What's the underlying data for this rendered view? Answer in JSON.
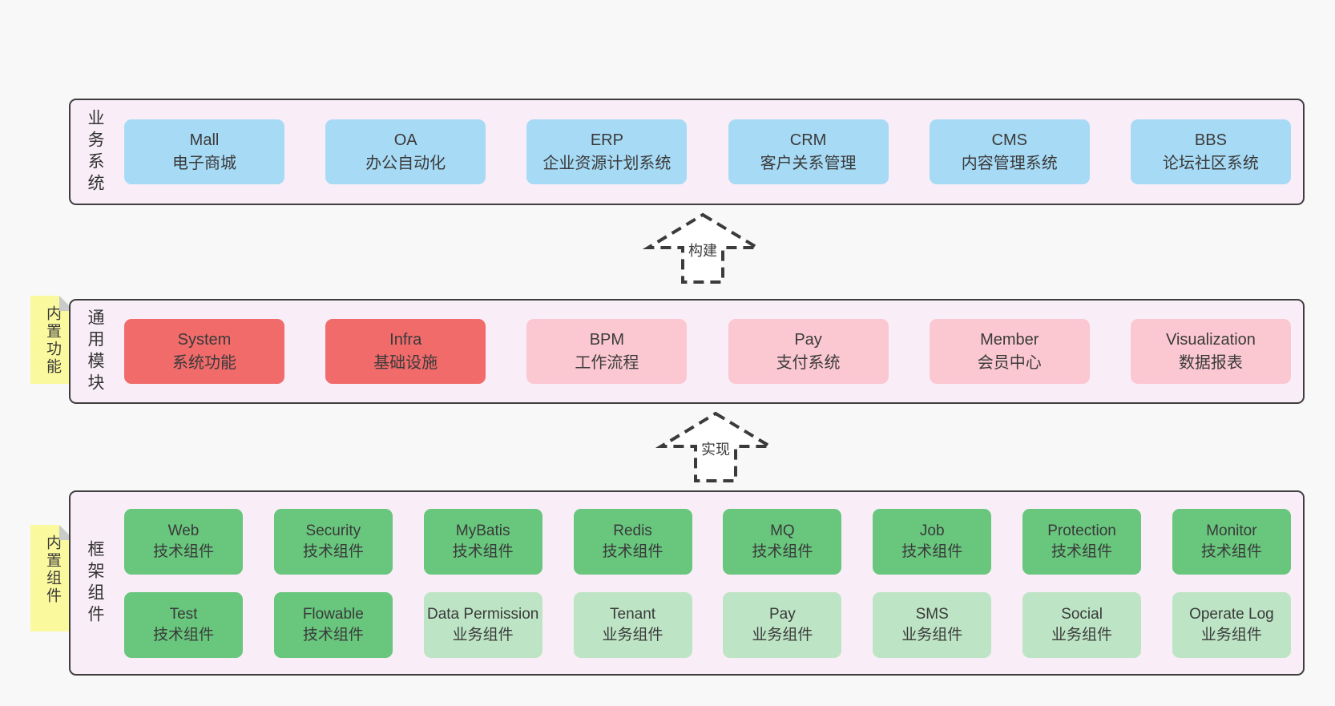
{
  "colors": {
    "background": "#f8f8f8",
    "layer_fill": "#f9eef7",
    "layer_border": "#3e3e3e",
    "blue": "#a7daf5",
    "red": "#f16b6b",
    "pink": "#fbc8d2",
    "green": "#68c67d",
    "lightgreen": "#bde5c5",
    "sticky_yellow": "#fbf99d",
    "sticky_fold": "#c9cbc9",
    "text": "#3a3a3a"
  },
  "layers": [
    {
      "id": "business",
      "label": "业务系统",
      "sticky": null,
      "rows": [
        [
          {
            "title": "Mall",
            "subtitle": "电子商城",
            "variant": "blue"
          },
          {
            "title": "OA",
            "subtitle": "办公自动化",
            "variant": "blue"
          },
          {
            "title": "ERP",
            "subtitle": "企业资源计划系统",
            "variant": "blue"
          },
          {
            "title": "CRM",
            "subtitle": "客户关系管理",
            "variant": "blue"
          },
          {
            "title": "CMS",
            "subtitle": "内容管理系统",
            "variant": "blue"
          },
          {
            "title": "BBS",
            "subtitle": "论坛社区系统",
            "variant": "blue"
          }
        ]
      ]
    },
    {
      "id": "modules",
      "label": "通用模块",
      "sticky": "内置功能",
      "rows": [
        [
          {
            "title": "System",
            "subtitle": "系统功能",
            "variant": "red"
          },
          {
            "title": "Infra",
            "subtitle": "基础设施",
            "variant": "red"
          },
          {
            "title": "BPM",
            "subtitle": "工作流程",
            "variant": "pink"
          },
          {
            "title": "Pay",
            "subtitle": "支付系统",
            "variant": "pink"
          },
          {
            "title": "Member",
            "subtitle": "会员中心",
            "variant": "pink"
          },
          {
            "title": "Visualization",
            "subtitle": "数据报表",
            "variant": "pink"
          }
        ]
      ]
    },
    {
      "id": "components",
      "label": "框架组件",
      "sticky": "内置组件",
      "rows": [
        [
          {
            "title": "Web",
            "subtitle": "技术组件",
            "variant": "green"
          },
          {
            "title": "Security",
            "subtitle": "技术组件",
            "variant": "green"
          },
          {
            "title": "MyBatis",
            "subtitle": "技术组件",
            "variant": "green"
          },
          {
            "title": "Redis",
            "subtitle": "技术组件",
            "variant": "green"
          },
          {
            "title": "MQ",
            "subtitle": "技术组件",
            "variant": "green"
          },
          {
            "title": "Job",
            "subtitle": "技术组件",
            "variant": "green"
          },
          {
            "title": "Protection",
            "subtitle": "技术组件",
            "variant": "green"
          },
          {
            "title": "Monitor",
            "subtitle": "技术组件",
            "variant": "green"
          }
        ],
        [
          {
            "title": "Test",
            "subtitle": "技术组件",
            "variant": "green"
          },
          {
            "title": "Flowable",
            "subtitle": "技术组件",
            "variant": "green"
          },
          {
            "title": "Data Permission",
            "subtitle": "业务组件",
            "variant": "lightgreen"
          },
          {
            "title": "Tenant",
            "subtitle": "业务组件",
            "variant": "lightgreen"
          },
          {
            "title": "Pay",
            "subtitle": "业务组件",
            "variant": "lightgreen"
          },
          {
            "title": "SMS",
            "subtitle": "业务组件",
            "variant": "lightgreen"
          },
          {
            "title": "Social",
            "subtitle": "业务组件",
            "variant": "lightgreen"
          },
          {
            "title": "Operate Log",
            "subtitle": "业务组件",
            "variant": "lightgreen"
          }
        ]
      ]
    }
  ],
  "arrows": [
    {
      "label": "构建"
    },
    {
      "label": "实现"
    }
  ]
}
